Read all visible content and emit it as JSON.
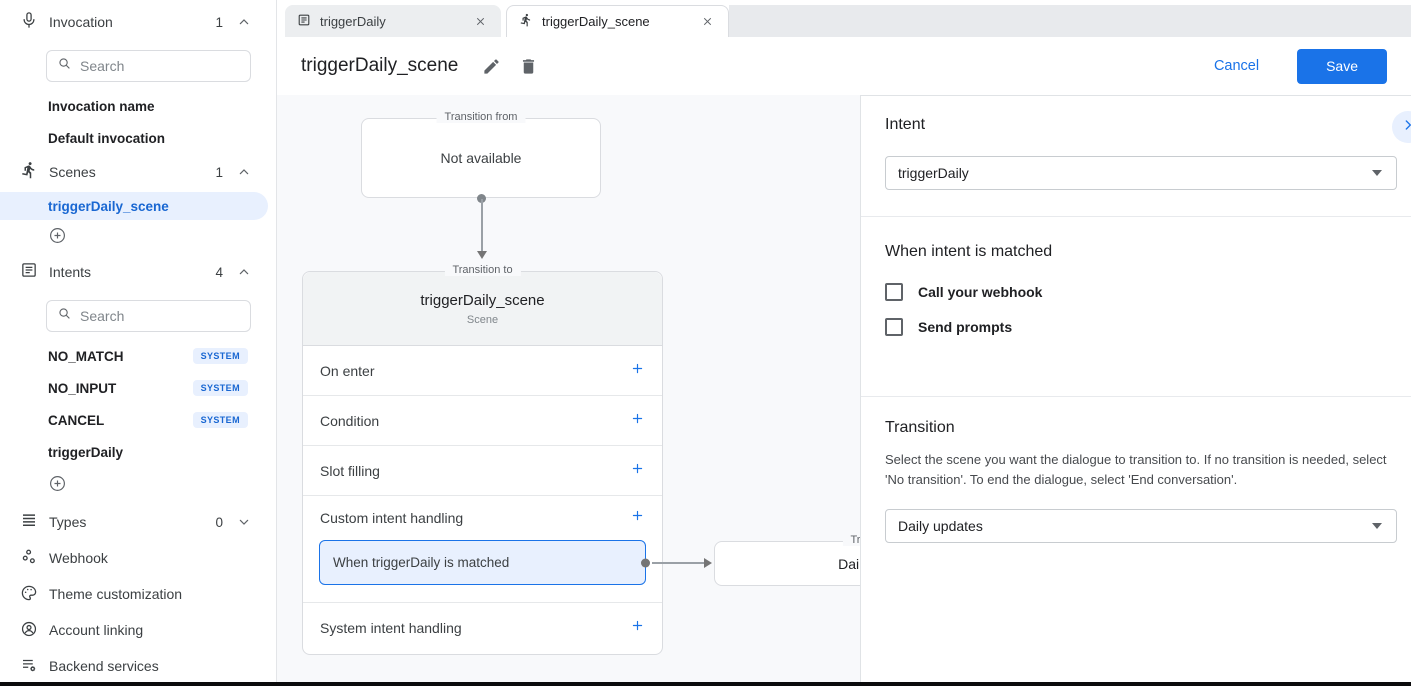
{
  "colors": {
    "accent": "#1a73e8",
    "selected_text": "#1967d2",
    "chip_bg": "#e8f0fe",
    "canvas_bg": "#f8f9fb"
  },
  "sidebar": {
    "invocation": {
      "label": "Invocation",
      "count": "1",
      "search_placeholder": "Search",
      "items": [
        {
          "label": "Invocation name"
        },
        {
          "label": "Default invocation"
        }
      ]
    },
    "scenes": {
      "label": "Scenes",
      "count": "1",
      "items": [
        {
          "label": "triggerDaily_scene",
          "selected": true
        }
      ]
    },
    "intents": {
      "label": "Intents",
      "count": "4",
      "search_placeholder": "Search",
      "items": [
        {
          "label": "NO_MATCH",
          "badge": "SYSTEM"
        },
        {
          "label": "NO_INPUT",
          "badge": "SYSTEM"
        },
        {
          "label": "CANCEL",
          "badge": "SYSTEM"
        },
        {
          "label": "triggerDaily",
          "badge": ""
        }
      ]
    },
    "types": {
      "label": "Types",
      "count": "0"
    },
    "links": [
      {
        "label": "Webhook"
      },
      {
        "label": "Theme customization"
      },
      {
        "label": "Account linking"
      },
      {
        "label": "Backend services"
      }
    ]
  },
  "tabs": [
    {
      "label": "triggerDaily",
      "active": false
    },
    {
      "label": "triggerDaily_scene",
      "active": true
    }
  ],
  "toolbar": {
    "title": "triggerDaily_scene",
    "cancel_label": "Cancel",
    "save_label": "Save"
  },
  "canvas": {
    "transition_from": {
      "legend": "Transition from",
      "text": "Not available"
    },
    "scene_card": {
      "legend": "Transition to",
      "title": "triggerDaily_scene",
      "subtitle": "Scene",
      "rows": [
        "On enter",
        "Condition",
        "Slot filling",
        "Custom intent handling",
        "System intent handling"
      ],
      "handler": "When triggerDaily is matched"
    },
    "target_card": {
      "legend": "Transition to",
      "text": "Daily updates"
    }
  },
  "panel": {
    "intent": {
      "heading": "Intent",
      "value": "triggerDaily"
    },
    "matched": {
      "heading": "When intent is matched",
      "checkboxes": [
        {
          "label": "Call your webhook",
          "checked": false
        },
        {
          "label": "Send prompts",
          "checked": false
        }
      ]
    },
    "transition": {
      "heading": "Transition",
      "description": "Select the scene you want the dialogue to transition to. If no transition is needed, select 'No transition'. To end the dialogue, select 'End conversation'.",
      "value": "Daily updates"
    }
  }
}
